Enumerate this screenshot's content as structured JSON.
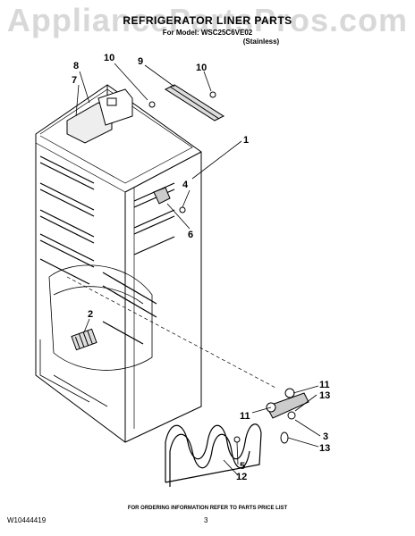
{
  "watermark": "AppliancePartsPros.com",
  "header": {
    "title": "REFRIGERATOR LINER PARTS",
    "model_line": "For Model: WSC25C6VE02",
    "variant": "(Stainless)"
  },
  "callouts": {
    "c1": "1",
    "c2": "2",
    "c3": "3",
    "c4": "4",
    "c5": "5",
    "c6": "6",
    "c7": "7",
    "c8": "8",
    "c9": "9",
    "c10a": "10",
    "c10b": "10",
    "c11a": "11",
    "c11b": "11",
    "c12": "12",
    "c13a": "13",
    "c13b": "13"
  },
  "footer": {
    "note": "FOR ORDERING INFORMATION REFER TO PARTS PRICE LIST",
    "doc_number": "W10444419",
    "page_number": "3"
  }
}
